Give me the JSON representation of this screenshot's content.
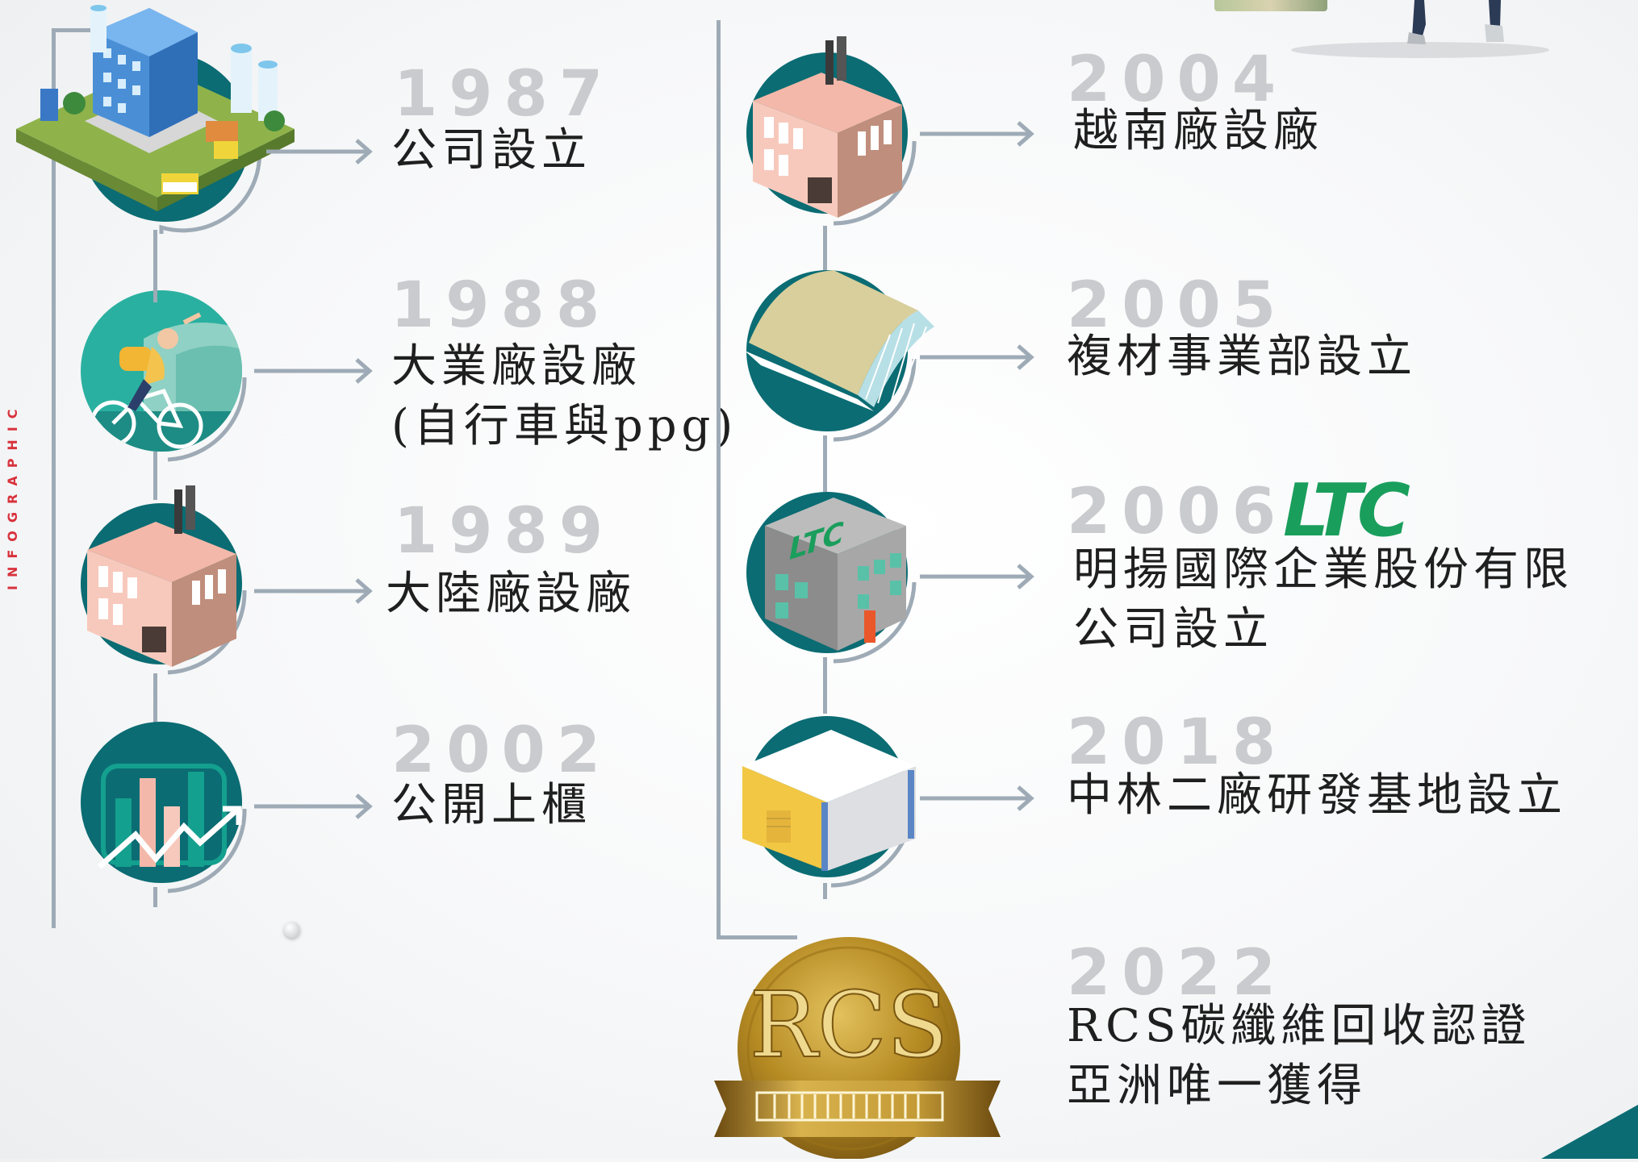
{
  "side_label": "INFOGRAPHIC",
  "colors": {
    "teal": "#0b6c73",
    "spine": "#9eabb6",
    "year": "#c9cbce",
    "text": "#1f1f1f",
    "accent_red": "#d8323c",
    "ltc_green": "#1a9e5c",
    "ltc_blue": "#1b3d9c"
  },
  "left_timeline": [
    {
      "year": "1987",
      "lines": [
        "公司設立"
      ],
      "icon": "factory-campus-icon"
    },
    {
      "year": "1988",
      "lines": [
        "大業廠設廠",
        "(自行車與ppg)"
      ],
      "icon": "cyclist-icon"
    },
    {
      "year": "1989",
      "lines": [
        "大陸廠設廠"
      ],
      "icon": "factory-icon"
    },
    {
      "year": "2002",
      "lines": [
        "公開上櫃"
      ],
      "icon": "growth-chart-icon"
    }
  ],
  "right_timeline": [
    {
      "year": "2004",
      "lines": [
        "越南廠設廠"
      ],
      "icon": "factory-icon"
    },
    {
      "year": "2005",
      "lines": [
        "複材事業部設立"
      ],
      "icon": "warehouse-dome-icon"
    },
    {
      "year": "2006",
      "logo_text": "LTC",
      "lines": [
        "明揚國際企業股份有限",
        "公司設立"
      ],
      "icon": "ltc-building-icon"
    },
    {
      "year": "2018",
      "lines": [
        "中林二廠研發基地設立"
      ],
      "icon": "rd-building-icon"
    },
    {
      "year": "2022",
      "lines": [
        "RCS碳纖維回收認證",
        "亞洲唯一獲得"
      ],
      "icon": "rcs-badge-icon",
      "badge_text": "RCS"
    }
  ]
}
